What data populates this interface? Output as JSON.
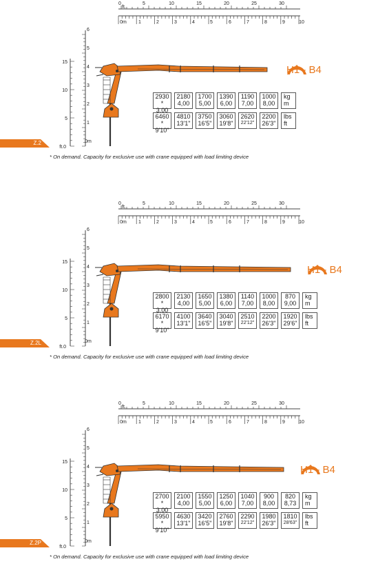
{
  "brand_color": "#e8781e",
  "scale": {
    "ft_ticks": [
      "0",
      "ft.",
      "5",
      "10",
      "15",
      "20",
      "25",
      "30"
    ],
    "m_ticks": [
      "0m",
      "1",
      "2",
      "3",
      "4",
      "5",
      "6",
      "7",
      "8",
      "9",
      "10"
    ],
    "left_m": [
      "6",
      "5",
      "4",
      "3",
      "2",
      "1",
      "0m"
    ],
    "left_ft": [
      "15",
      "10",
      "5",
      "ft.0"
    ]
  },
  "icons": {
    "logo": "grapple-claw-icon"
  },
  "panels": [
    {
      "model": "H1 - B4",
      "config": "Z.2",
      "footnote": "* On demand. Capacity for exclusive use with crane equipped with load limiting device",
      "kg": [
        "2930 *",
        "2180",
        "1700",
        "1390",
        "1190",
        "1000"
      ],
      "m": [
        "3,00",
        "4,00",
        "5,00",
        "6,00",
        "7,00",
        "8,00"
      ],
      "lbs": [
        "6460 *",
        "4810",
        "3750",
        "3060",
        "2620",
        "2200"
      ],
      "ft": [
        "9'10\"",
        "13'1\"",
        "16'5\"",
        "19'8\"",
        "22'12\"",
        "26'3\""
      ],
      "unit_top": [
        "kg",
        "m"
      ],
      "unit_bottom": [
        "lbs",
        "ft"
      ]
    },
    {
      "model": "H1 - B4",
      "config": "Z.2L",
      "footnote": "* On demand. Capacity for exclusive use with crane equipped with load limiting device",
      "kg": [
        "2800 *",
        "2130",
        "1650",
        "1380",
        "1140",
        "1000",
        "870"
      ],
      "m": [
        "3,00",
        "4,00",
        "5,00",
        "6,00",
        "7,00",
        "8,00",
        "9,00"
      ],
      "lbs": [
        "6170 *",
        "4100",
        "3640",
        "3040",
        "2510",
        "2200",
        "1920"
      ],
      "ft": [
        "9'10\"",
        "13'1\"",
        "16'5\"",
        "19'8\"",
        "22'12\"",
        "26'3\"",
        "29'6\""
      ],
      "unit_top": [
        "kg",
        "m"
      ],
      "unit_bottom": [
        "lbs",
        "ft"
      ]
    },
    {
      "model": "H1 - B4",
      "config": "Z.2P",
      "footnote": "* On demand. Capacity for exclusive use with crane equipped with load limiting device",
      "kg": [
        "2700 *",
        "2100",
        "1550",
        "1250",
        "1040",
        "900",
        "820"
      ],
      "m": [
        "3,00",
        "4,00",
        "5,00",
        "6,00",
        "7,00",
        "8,00",
        "8,73"
      ],
      "lbs": [
        "5950 *",
        "4630",
        "3420",
        "2760",
        "2290",
        "1980",
        "1810"
      ],
      "ft": [
        "9'10\"",
        "13'1\"",
        "16'5\"",
        "19'8\"",
        "22'12\"",
        "26'3\"",
        "28'63\""
      ],
      "unit_top": [
        "kg",
        "m"
      ],
      "unit_bottom": [
        "lbs",
        "ft"
      ]
    }
  ]
}
